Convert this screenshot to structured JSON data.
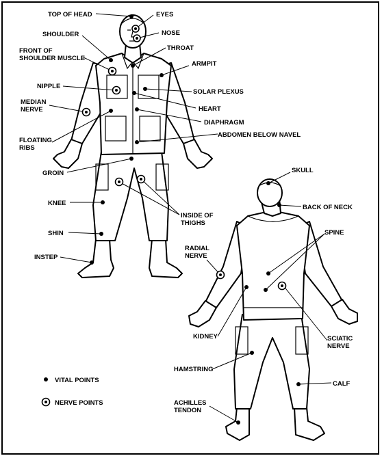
{
  "labels": {
    "top_of_head": "TOP OF HEAD",
    "eyes": "EYES",
    "shoulder": "SHOULDER",
    "nose": "NOSE",
    "front_of_shoulder_muscle_1": "FRONT OF",
    "front_of_shoulder_muscle_2": "SHOULDER MUSCLE",
    "throat": "THROAT",
    "armpit": "ARMPIT",
    "nipple": "NIPPLE",
    "solar_plexus": "SOLAR PLEXUS",
    "median_nerve_1": "MEDIAN",
    "median_nerve_2": "NERVE",
    "heart": "HEART",
    "diaphragm": "DIAPHRAGM",
    "floating_ribs_1": "FLOATING",
    "floating_ribs_2": "RIBS",
    "abdomen_below_navel": "ABDOMEN BELOW NAVEL",
    "groin": "GROIN",
    "skull": "SKULL",
    "knee": "KNEE",
    "inside_of_thighs_1": "INSIDE OF",
    "inside_of_thighs_2": "THIGHS",
    "back_of_neck": "BACK OF NECK",
    "shin": "SHIN",
    "spine": "SPINE",
    "radial_nerve_1": "RADIAL",
    "radial_nerve_2": "NERVE",
    "instep": "INSTEP",
    "kidney": "KIDNEY",
    "sciatic_nerve_1": "SCIATIC",
    "sciatic_nerve_2": "NERVE",
    "hamstring": "HAMSTRING",
    "calf": "CALF",
    "achilles_tendon_1": "ACHILLES",
    "achilles_tendon_2": "TENDON"
  },
  "legend": {
    "vital_points": "VITAL POINTS",
    "nerve_points": "NERVE POINTS"
  },
  "colors": {
    "ink": "#000000",
    "paper": "#ffffff"
  }
}
